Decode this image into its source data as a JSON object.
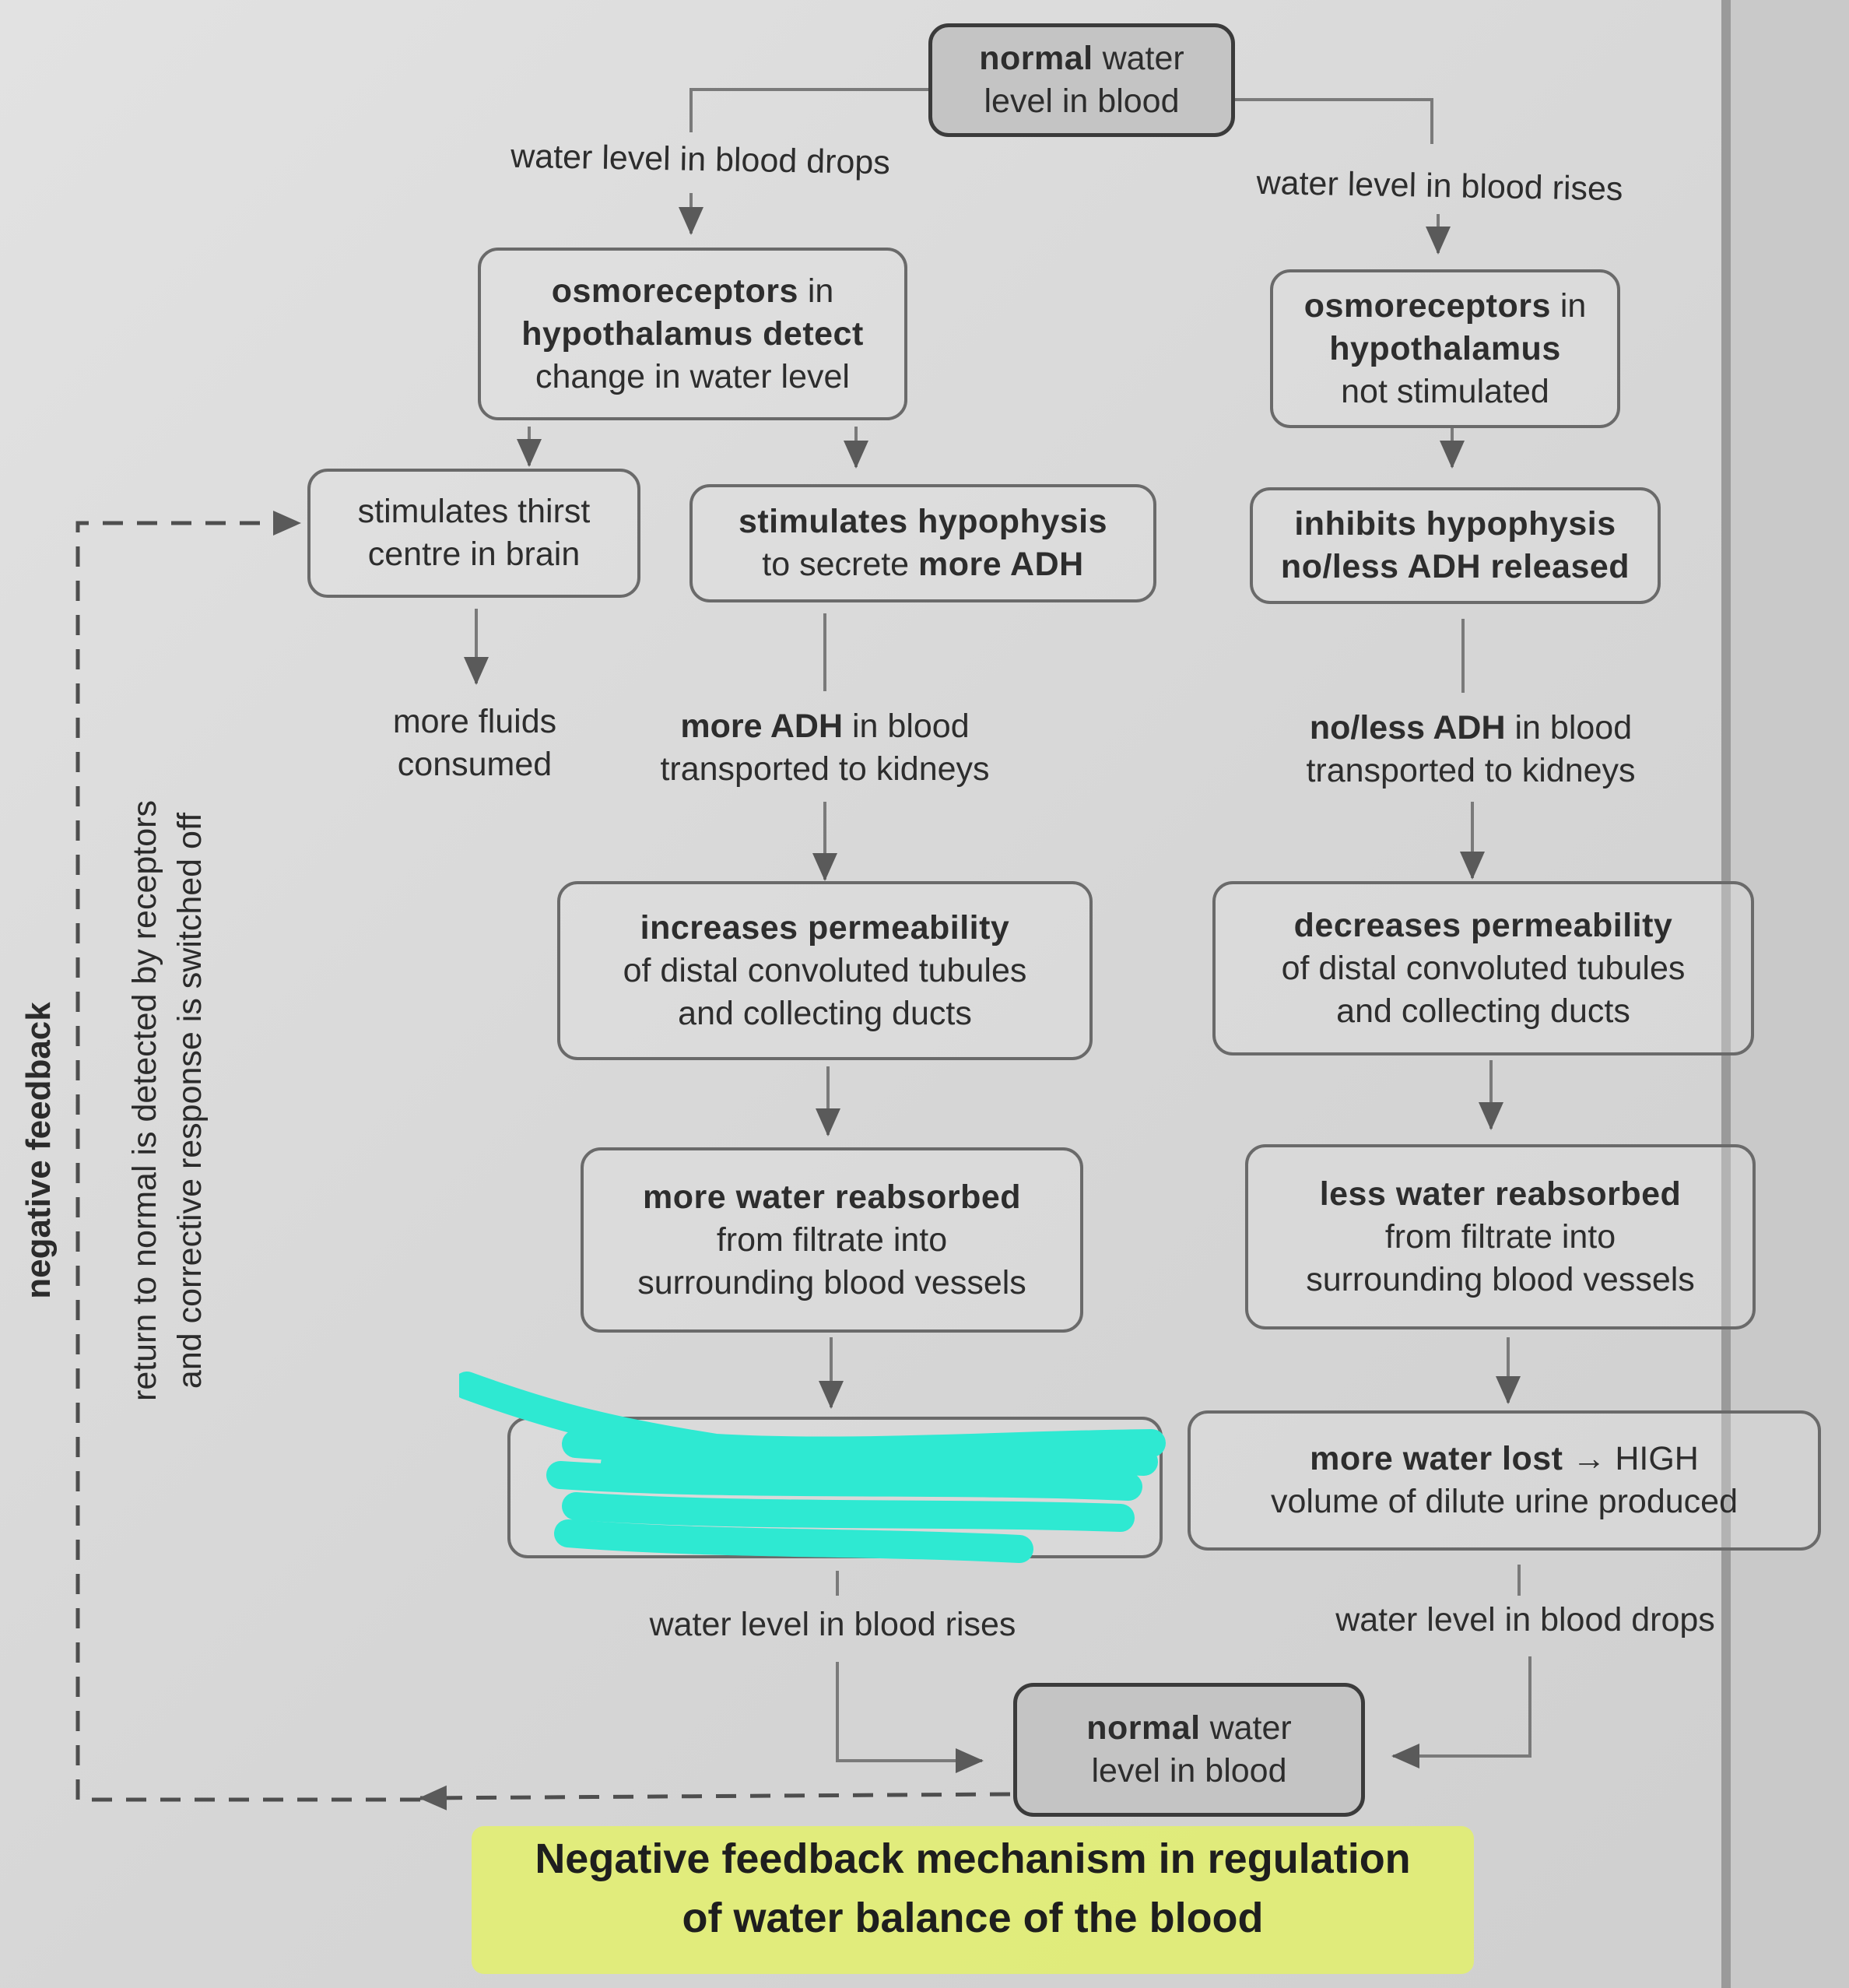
{
  "top": {
    "bold": "normal",
    "rest": " water",
    "line2": "level in blood"
  },
  "branch_left_label": "water level in blood drops",
  "branch_right_label": "water level in blood rises",
  "left": {
    "osmo": {
      "line1_bold": "osmoreceptors",
      "line1_rest": " in",
      "line2": "hypothalamus detect",
      "line3": "change in water level"
    },
    "thirst": {
      "line1": "stimulates thirst",
      "line2": "centre in brain"
    },
    "fluids": {
      "line1": "more fluids",
      "line2": "consumed"
    },
    "hypo": {
      "line1": "stimulates hypophysis",
      "line2_rest": "to secrete ",
      "line2_bold": "more ADH"
    },
    "adh": {
      "line1_bold": "more ADH",
      "line1_rest": " in blood",
      "line2": "transported to kidneys"
    },
    "perm": {
      "line1": "increases permeability",
      "line2": "of distal convoluted tubules",
      "line3": "and collecting ducts"
    },
    "reabs": {
      "line1": "more water reabsorbed",
      "line2": "from filtrate into",
      "line3": "surrounding blood vessels"
    },
    "result_label": "water level in blood rises"
  },
  "right": {
    "osmo": {
      "line1_bold": "osmoreceptors",
      "line1_rest": " in",
      "line2": "hypothalamus",
      "line3": "not stimulated"
    },
    "hypo": {
      "line1": "inhibits hypophysis",
      "line2": "no/less ADH released"
    },
    "adh": {
      "line1_bold": "no/less ADH",
      "line1_rest": " in blood",
      "line2": "transported to kidneys"
    },
    "perm": {
      "line1": "decreases permeability",
      "line2": "of distal convoluted tubules",
      "line3": "and collecting ducts"
    },
    "reabs": {
      "line1": "less water reabsorbed",
      "line2": "from filtrate into",
      "line3": "surrounding blood vessels"
    },
    "lost": {
      "line1_bold": "more water lost",
      "line1_rest": " → HIGH",
      "line2": "volume of dilute urine produced"
    },
    "result_label": "water level in blood drops"
  },
  "bottom": {
    "bold": "normal",
    "rest": " water",
    "line2": "level in blood"
  },
  "feedback": {
    "outer_label": "negative feedback",
    "inner_line1": "return to normal is detected by receptors",
    "inner_line2": "and corrective response is switched off"
  },
  "caption": {
    "line1": "Negative feedback mechanism in regulation",
    "line2": "of water balance of the blood"
  },
  "colors": {
    "highlight": "#e3f06c",
    "scribble": "#2ee9d2",
    "box_border": "#6a6a6a"
  }
}
